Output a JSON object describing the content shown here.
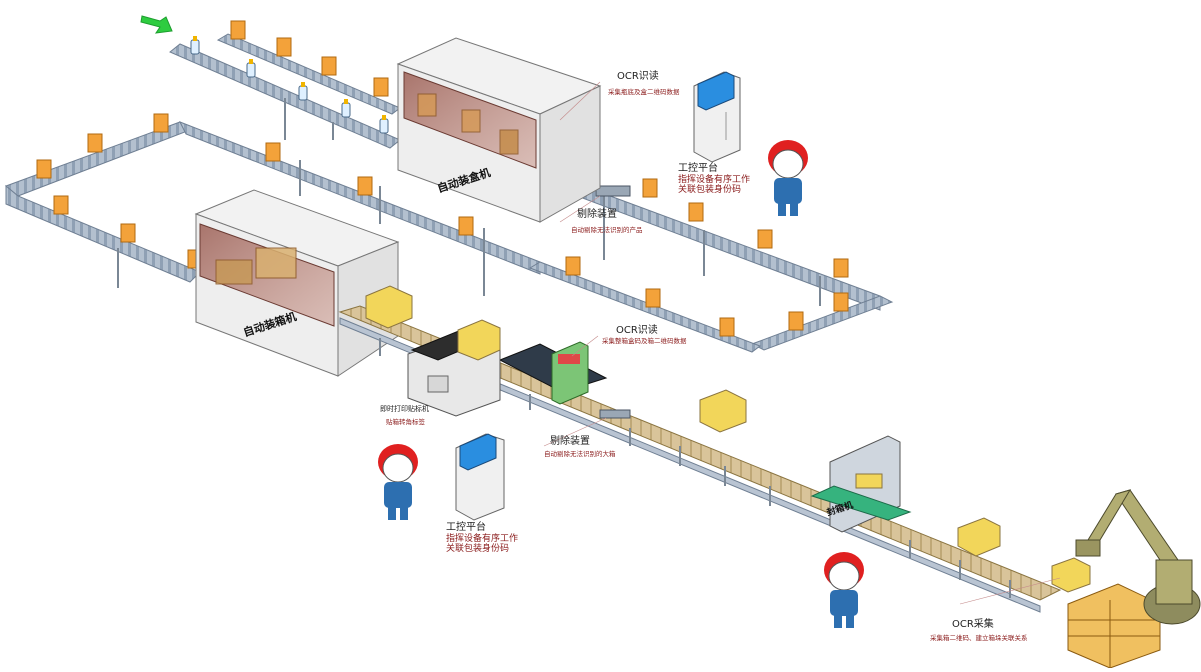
{
  "machines": {
    "box_packer": "自动装盒机",
    "case_packer": "自动装箱机",
    "sealer": "封箱机"
  },
  "stations": {
    "ocr_top": {
      "title": "OCR识读",
      "desc": "采集瓶底及盒二维码数据"
    },
    "reject_top": {
      "title": "剔除装置",
      "desc": "自动剔除无法识别的产品"
    },
    "ipc_top": {
      "title": "工控平台",
      "desc": "指挥设备有序工作\n关联包装身份码"
    },
    "ocr_mid": {
      "title": "OCR识读",
      "desc": "采集整箱盒码及箱二维码数据"
    },
    "printer": {
      "title": "即时打印贴标机",
      "desc": "贴箱转角标签"
    },
    "reject_mid": {
      "title": "剔除装置",
      "desc": "自动剔除无法识别的大箱"
    },
    "ipc_bottom": {
      "title": "工控平台",
      "desc": "指挥设备有序工作\n关联包装身份码"
    },
    "ocr_bottom": {
      "title": "OCR采集",
      "desc": "采集箱二维码、建立箱垛关联关系"
    }
  },
  "colors": {
    "conveyor": "#a9b6c6",
    "conveyor_edge": "#6f7f93",
    "box_orange": "#f3a23a",
    "carton_yellow": "#f2d65a",
    "machine_panel": "#ececec",
    "glass": "#a86a5a",
    "arrow_green": "#2ecc40",
    "robot": "#a9a46a",
    "text_red": "#8b1c1c"
  },
  "icons": [
    "green-arrow-icon",
    "worker-icon",
    "robot-arm-icon",
    "bottle-icon",
    "control-kiosk-icon"
  ]
}
